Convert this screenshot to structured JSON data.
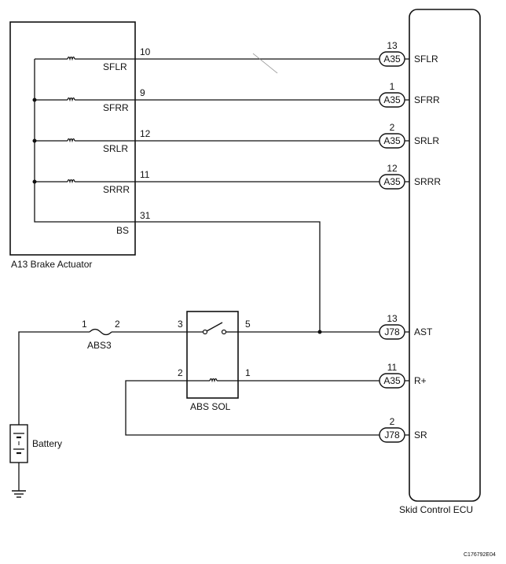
{
  "actuator": {
    "label": "A13  Brake Actuator",
    "terminals": [
      {
        "pin": "10",
        "name": "SFLR"
      },
      {
        "pin": "9",
        "name": "SFRR"
      },
      {
        "pin": "12",
        "name": "SRLR"
      },
      {
        "pin": "11",
        "name": "SRRR"
      },
      {
        "pin": "31",
        "name": "BS"
      }
    ]
  },
  "ecu": {
    "label": "Skid Control ECU",
    "terminals": [
      {
        "pin": "13",
        "connector": "A35",
        "name": "SFLR"
      },
      {
        "pin": "1",
        "connector": "A35",
        "name": "SFRR"
      },
      {
        "pin": "2",
        "connector": "A35",
        "name": "SRLR"
      },
      {
        "pin": "12",
        "connector": "A35",
        "name": "SRRR"
      },
      {
        "pin": "13",
        "connector": "J78",
        "name": "AST"
      },
      {
        "pin": "11",
        "connector": "A35",
        "name": "R+"
      },
      {
        "pin": "2",
        "connector": "J78",
        "name": "SR"
      }
    ]
  },
  "fuse": {
    "label": "ABS3",
    "pin_left": "1",
    "pin_right": "2"
  },
  "relay": {
    "label": "ABS SOL",
    "pin_switch_in": "3",
    "pin_switch_out": "5",
    "pin_coil_in": "2",
    "pin_coil_out": "1"
  },
  "battery": {
    "label": "Battery"
  },
  "figure_code": "C176792E04"
}
